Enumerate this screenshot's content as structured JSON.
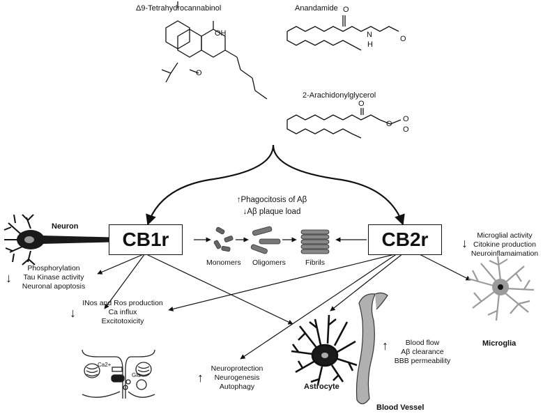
{
  "molecules": {
    "thc": "Δ9-Tetrahydrocannabinol",
    "thc_oh": "OH",
    "thc_o": "O",
    "anandamide": "Anandamide",
    "ana_n": "N",
    "ana_h": "H",
    "ana_o": "O",
    "ana_oh": "O",
    "ag": "2-Arachidonylglycerol",
    "ag_o1": "O",
    "ag_o2": "O",
    "ag_o3": "O",
    "ag_o4": "O"
  },
  "receptors": {
    "cb1": "CB1r",
    "cb2": "CB2r"
  },
  "center_effects": {
    "line1": "↑Phagocitosis of Aβ",
    "line2": "↓Aβ plaque load"
  },
  "aggregation": {
    "monomers": "Monomers",
    "oligomers": "Oligomers",
    "fibrils": "Fibrils"
  },
  "neuron": {
    "label": "Neuron",
    "arrow": "↓",
    "effects": [
      "Phosphorylation",
      "Tau Kinase activity",
      "Neuronal apoptosis"
    ]
  },
  "synapse": {
    "arrow": "↓",
    "effects": [
      "INos and Ros production",
      "Ca influx",
      "Excitotoxicity"
    ],
    "ca_label": "Ca2+",
    "glu_label": "Glu"
  },
  "neuroprotection": {
    "arrow": "↑",
    "effects": [
      "Neuroprotection",
      "Neurogenesis",
      "Autophagy"
    ]
  },
  "astrocyte": {
    "label": "Astrocyte"
  },
  "vessel": {
    "label": "Blood Vessel",
    "arrow": "↑",
    "effects": [
      "Blood flow",
      "Aβ clearance",
      "BBB permeability"
    ]
  },
  "microglia": {
    "label": "Microglia",
    "arrow": "↓",
    "effects": [
      "Microglial activity",
      "Citokine production",
      "Neuroinflamaimation"
    ]
  },
  "colors": {
    "ink": "#111111",
    "cell_dark": "#1a1a1a",
    "cell_gray": "#9a9a9a",
    "vessel": "#b0b0b0"
  }
}
